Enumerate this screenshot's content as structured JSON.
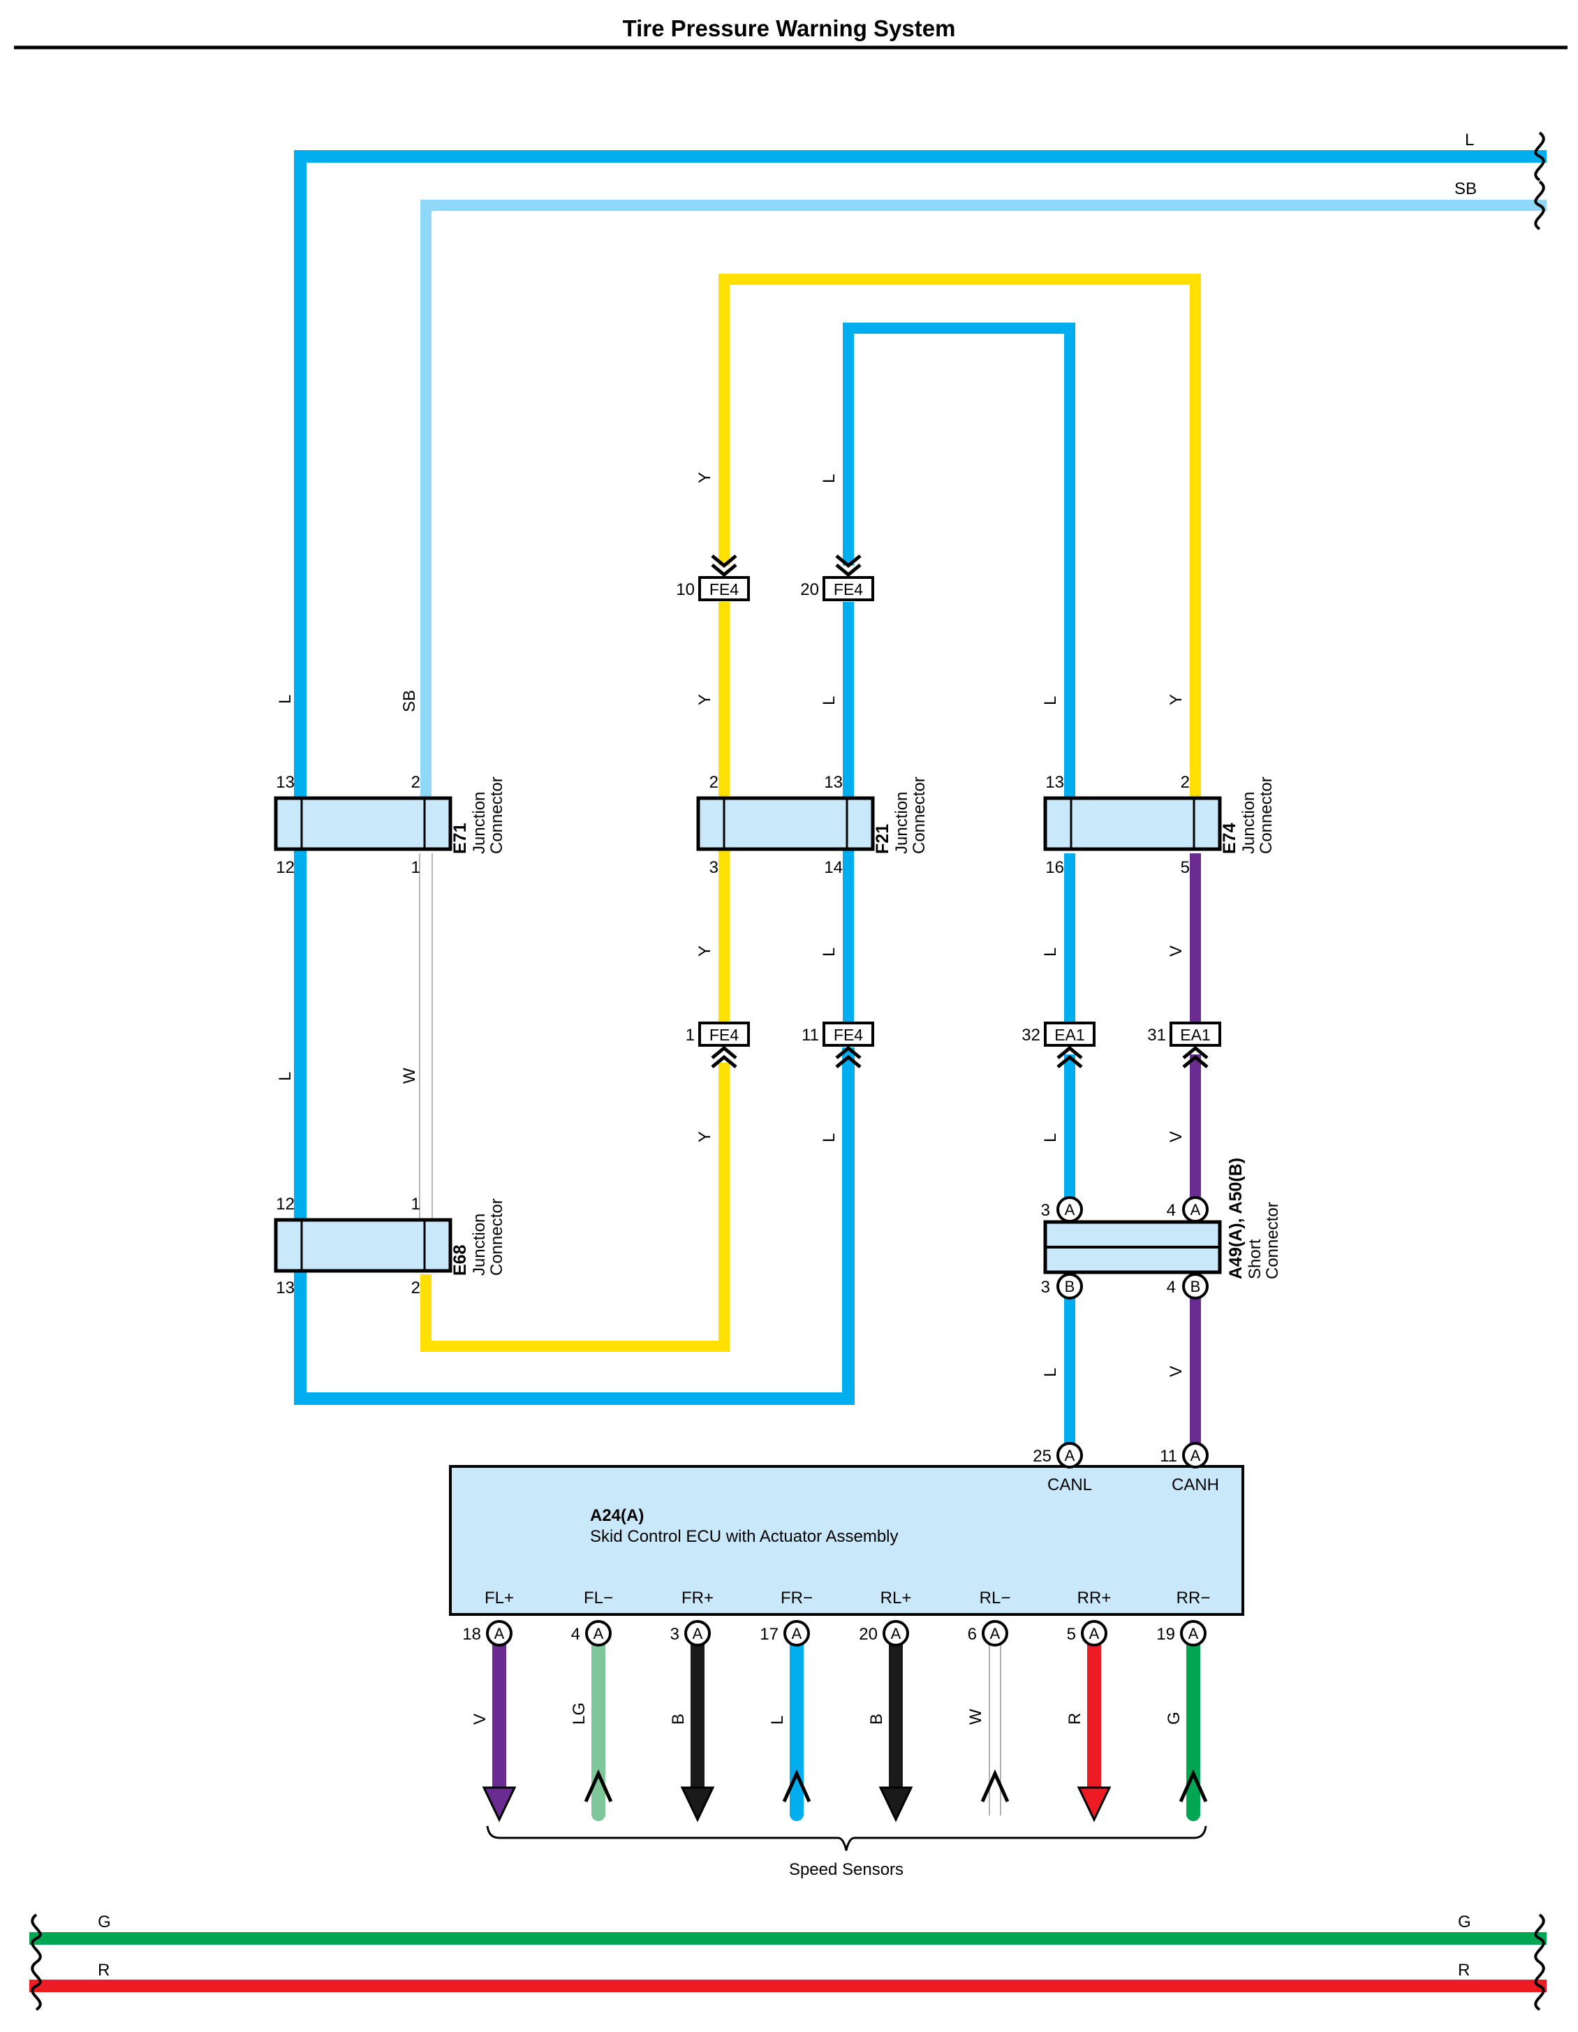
{
  "title": "Tire Pressure Warning System",
  "colors": {
    "L": "#00aeef",
    "SB": "#8fd8f8",
    "Y": "#ffe000",
    "V": "#6a2c91",
    "W": "#c8c8c8",
    "LG": "#7fc79a",
    "B": "#1a1a1a",
    "R": "#ed1c24",
    "G": "#00a651",
    "box_fill": "#c9e8fa"
  },
  "connectors": {
    "E71": {
      "code": "E71",
      "desc1": "Junction",
      "desc2": "Connector",
      "pins_top": [
        "13",
        "2"
      ],
      "pins_bottom": [
        "12",
        "1"
      ]
    },
    "E68": {
      "code": "E68",
      "desc1": "Junction",
      "desc2": "Connector",
      "pins_top": [
        "12",
        "1"
      ],
      "pins_bottom": [
        "13",
        "2"
      ]
    },
    "F21": {
      "code": "F21",
      "desc1": "Junction",
      "desc2": "Connector",
      "pins_top": [
        "2",
        "13"
      ],
      "pins_bottom": [
        "3",
        "14"
      ]
    },
    "E74": {
      "code": "E74",
      "desc1": "Junction",
      "desc2": "Connector",
      "pins_top": [
        "13",
        "2"
      ],
      "pins_bottom": [
        "16",
        "5"
      ]
    },
    "A49": {
      "code": "A49(A), A50(B)",
      "desc1": "Short",
      "desc2": "Connector",
      "pins_top": [
        "3",
        "4"
      ],
      "pins_bottom": [
        "3",
        "4"
      ],
      "letters_top": [
        "A",
        "A"
      ],
      "letters_bottom": [
        "B",
        "B"
      ]
    }
  },
  "inline_connectors": [
    {
      "name": "FE4",
      "pin": "10",
      "arrow": "down"
    },
    {
      "name": "FE4",
      "pin": "20",
      "arrow": "down"
    },
    {
      "name": "FE4",
      "pin": "1",
      "arrow": "up"
    },
    {
      "name": "FE4",
      "pin": "11",
      "arrow": "up"
    },
    {
      "name": "EA1",
      "pin": "32",
      "arrow": "up"
    },
    {
      "name": "EA1",
      "pin": "31",
      "arrow": "up"
    }
  ],
  "wire_labels": {
    "top_L": "L",
    "top_SB": "SB",
    "bottom_G_left": "G",
    "bottom_G_right": "G",
    "bottom_R_left": "R",
    "bottom_R_right": "R",
    "col1_upper": "L",
    "col1_lower": "L",
    "col2_upper": "SB",
    "col2_lower": "W",
    "col3_top": "Y",
    "col3_mid": "Y",
    "col3_low": "Y",
    "col3_bottom": "Y",
    "col4_top": "L",
    "col4_mid": "L",
    "col4_low": "L",
    "col4_bottom": "L",
    "col5_upper": "L",
    "col5_mid": "L",
    "col5_low": "L",
    "col5_bottom": "L",
    "col6_upper": "Y",
    "col6_mid": "V",
    "col6_low": "V",
    "col6_bottom": "V"
  },
  "ecu": {
    "code": "A24(A)",
    "name": "Skid Control ECU with Actuator Assembly",
    "top_pins": [
      {
        "pin": "25",
        "letter": "A",
        "label": "CANL"
      },
      {
        "pin": "11",
        "letter": "A",
        "label": "CANH"
      }
    ],
    "bottom_pins": [
      {
        "pin": "18",
        "letter": "A",
        "label": "FL+",
        "wire": "V"
      },
      {
        "pin": "4",
        "letter": "A",
        "label": "FL−",
        "wire": "LG"
      },
      {
        "pin": "3",
        "letter": "A",
        "label": "FR+",
        "wire": "B"
      },
      {
        "pin": "17",
        "letter": "A",
        "label": "FR−",
        "wire": "L"
      },
      {
        "pin": "20",
        "letter": "A",
        "label": "RL+",
        "wire": "B"
      },
      {
        "pin": "6",
        "letter": "A",
        "label": "RL−",
        "wire": "W"
      },
      {
        "pin": "5",
        "letter": "A",
        "label": "RR+",
        "wire": "R"
      },
      {
        "pin": "19",
        "letter": "A",
        "label": "RR−",
        "wire": "G"
      }
    ]
  },
  "speed_sensors_label": "Speed Sensors"
}
